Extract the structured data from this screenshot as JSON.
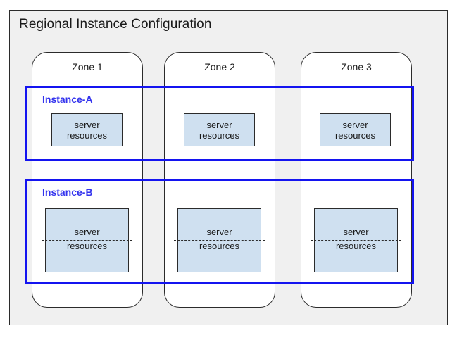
{
  "diagram": {
    "title": "Regional Instance Configuration",
    "background_color": "#f0f0f0",
    "border_color": "#2b2b2b",
    "accent_color": "#3333ee",
    "resource_fill_color": "#cfe0f0"
  },
  "zones": [
    {
      "label": "Zone 1"
    },
    {
      "label": "Zone 2"
    },
    {
      "label": "Zone 3"
    }
  ],
  "instances": [
    {
      "label": "Instance-A",
      "resources": [
        {
          "line_1": "server",
          "line_2": "resources",
          "split": false
        },
        {
          "line_1": "server",
          "line_2": "resources",
          "split": false
        },
        {
          "line_1": "server",
          "line_2": "resources",
          "split": false
        }
      ]
    },
    {
      "label": "Instance-B",
      "resources": [
        {
          "line_1": "server",
          "line_2": "resources",
          "split": true
        },
        {
          "line_1": "server",
          "line_2": "resources",
          "split": true
        },
        {
          "line_1": "server",
          "line_2": "resources",
          "split": true
        }
      ]
    }
  ]
}
